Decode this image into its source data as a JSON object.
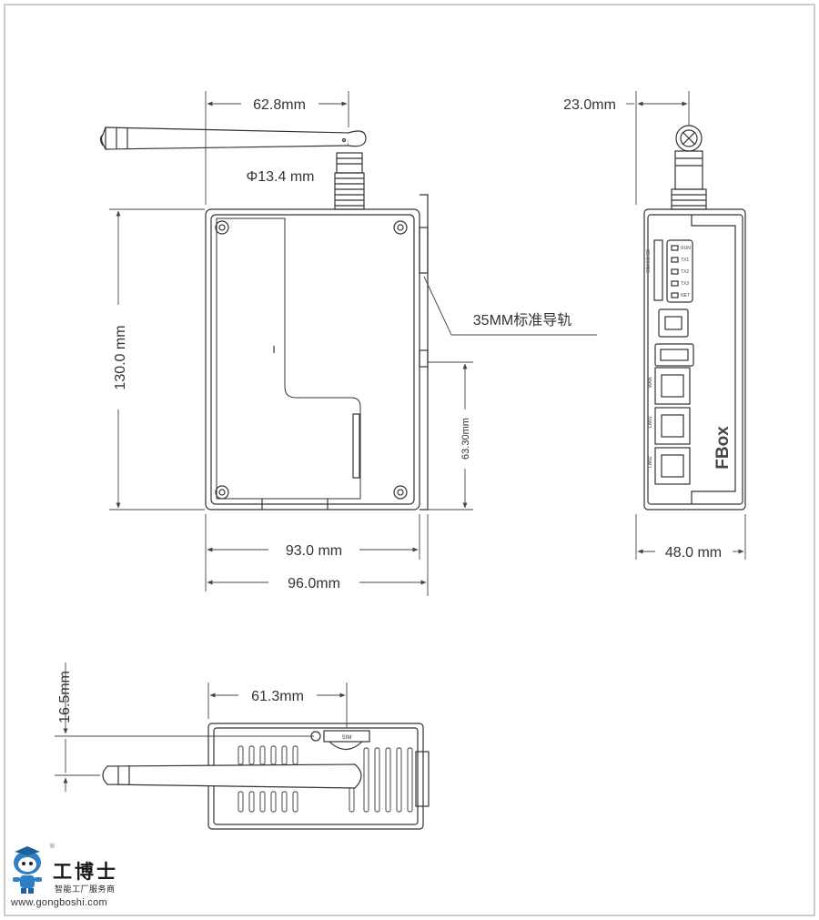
{
  "dimensions": {
    "antenna_length": "62.8mm",
    "antenna_diameter": "Φ13.4 mm",
    "height": "130.0 mm",
    "rail_label": "35MM标准导轨",
    "rail_height": "63.30mm",
    "width_body": "93.0 mm",
    "width_total": "96.0mm",
    "side_antenna_offset": "23.0mm",
    "depth": "48.0 mm",
    "bottom_antenna_length": "61.3mm",
    "bottom_antenna_offset": "16.5mm"
  },
  "device": {
    "brand": "FBox",
    "leds": [
      "RUN",
      "TX1",
      "TX2",
      "TX3",
      "NET"
    ],
    "ports": [
      "WAN",
      "LAN1",
      "LAN2"
    ],
    "slot_label": "SIM/CO:SD",
    "sim_label": "SIM"
  },
  "logo": {
    "title": "工博士",
    "subtitle": "智能工厂服务商",
    "url": "www.gongboshi.com",
    "registered": "®"
  },
  "colors": {
    "line": "#444444",
    "frame": "#9a9a9a",
    "logo_blue": "#2f7fc4"
  }
}
